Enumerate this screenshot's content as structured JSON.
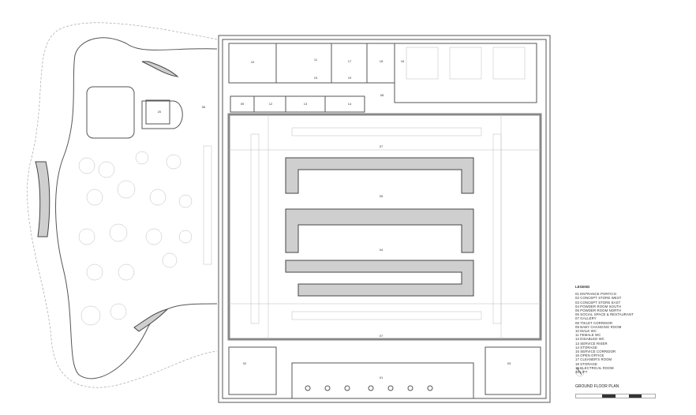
{
  "legend": {
    "title": "LEGEND",
    "items": [
      "01  ENTRANCE PORTICO",
      "02  CONCEPT STORE WEST",
      "03  CONCEPT STORE EAST",
      "04  POWDER ROOM SOUTH",
      "05  POWDER ROOM NORTH",
      "06  SOCIAL SPACE & RESTAURANT",
      "07  GALLERY",
      "08  TOILET CORRIDOR",
      "09  BABY CHANGING ROOM",
      "10  MALE WC",
      "11  FEMALE WC",
      "12  DISABLED WC",
      "13  SERVICE RISER",
      "14  STORAGE",
      "15  SERVICE CORRIDOR",
      "16  OPEN OFFICE",
      "17  CLEANER'S ROOM",
      "18  STORAGE",
      "19  ELECTRICAL ROOM",
      "20  LIFT"
    ]
  },
  "plan_title": "GROUND FLOOR PLAN",
  "room_labels": {
    "r01": "01",
    "r02": "02",
    "r03": "03",
    "r04": "04",
    "r05": "05",
    "r06": "06",
    "r07a": "07",
    "r07b": "07",
    "r08": "08",
    "r09": "09",
    "r10": "10",
    "r11": "11",
    "r12": "12",
    "r13": "13",
    "r14": "14",
    "r15": "15",
    "r16": "16",
    "r17": "17",
    "r18": "18",
    "r19": "19",
    "r20": "20"
  }
}
